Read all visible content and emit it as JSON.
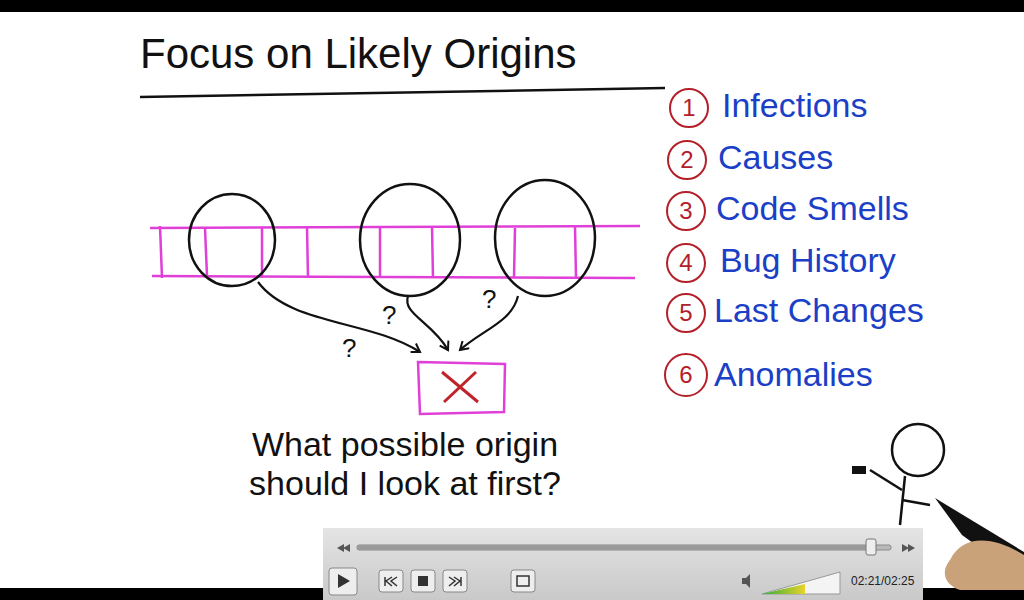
{
  "diagram": {
    "title": "Focus on Likely Origins",
    "nodes": [
      {
        "text": [
          "1"
        ]
      },
      {
        "text": [
          "2"
        ]
      },
      {
        "text": [
          "3"
        ]
      },
      {
        "text": [
          "4"
        ]
      },
      {
        "text": [
          "5"
        ]
      },
      {
        "text": [
          "6"
        ]
      }
    ],
    "labels": [
      "Infections",
      "Causes",
      "Code Smells",
      "Bug History",
      "Last Changes",
      "Anomalies",
      "?",
      "?",
      "?",
      "What possible origin should I look at first?",
      "02:21/02:25"
    ]
  }
}
